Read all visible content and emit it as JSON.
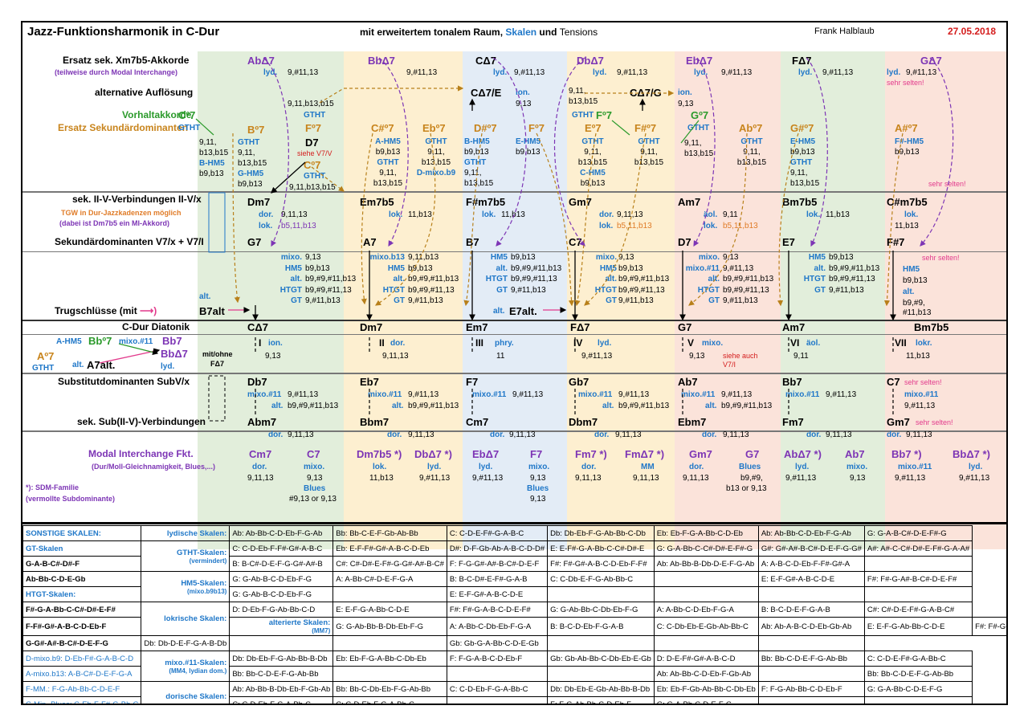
{
  "header": {
    "title": "Jazz-Funktionsharmonik in C-Dur",
    "subtitle_a": "mit erweitertem tonalem Raum, ",
    "subtitle_b": "Skalen",
    "subtitle_c": " und ",
    "subtitle_d": "Tensions",
    "author": "Frank Halblaub",
    "date": "27.05.2018"
  },
  "rows": {
    "ersatz": "Ersatz sek. Xm7b5-Akkorde",
    "ersatz_sub": "(teilweise durch Modal Interchange)",
    "alt": "alternative Auflösung",
    "vorhalt": "Vorhaltakkorde",
    "ersatz_sek": "Ersatz Sekundärdominanten",
    "iiv": "sek. II-V-Verbindungen II-V/x",
    "tgw": "TGW in Dur-Jazzkadenzen möglich",
    "tgw2": "(dabei ist Dm7b5 ein MI-Akkord)",
    "sd": "Sekundärdominanten V7/x + V7/I",
    "trug": "Trugschlüsse (mit",
    "diat": "C-Dur Diatonik",
    "subv": "Substitutdominanten SubV/x",
    "subiiv": "sek. Sub(II-V)-Verbindungen",
    "mi": "Modal Interchange Fkt.",
    "mi_sub": "(Dur/Moll-Gleichnamigkeit, Blues,...)",
    "sdm": "*): SDM-Familie",
    "sdm2": "(vermollte Subdominante)"
  },
  "left_extra": {
    "ahm5": "A-HM5",
    "bbo7": "Bbº7",
    "mixo11": "mixo.#11",
    "bb7": "Bb7",
    "ao7": "Aº7",
    "bbd7": "BbΔ7",
    "lyd": "lyd.",
    "gtht": "GTHT",
    "alt": "alt.",
    "a7alt": "A7alt.",
    "mitohne": "mit/ohne",
    "fd7": "FΔ7",
    "b7alt": "B7alt",
    "altlbl": "alt.",
    "co7": "Cº7",
    "gtht2": "GTHT"
  },
  "cols": [
    {
      "ers": "AbΔ7",
      "ers_s": "lyd.",
      "ers_t": "9,#11,13",
      "alt_t": "9,11,b13,b15",
      "alt_t2": "GTHT",
      "vor": "Bº7",
      "vor2": "Fº7",
      "gtht": "GTHT",
      "d7": "D7",
      "v7v": "siehe V7/V",
      "co7": "Cº7",
      "cgt": "GTHT",
      "cgt2": "9,11,b13,b15",
      "sc1": "9,11,",
      "sc2": "b13,b15",
      "sc3": "B-HM5",
      "sc4": "b9,b13",
      "sc5": "9,11,",
      "sc6": "b13,b15",
      "sc7": "G-HM5",
      "sc8": "b9,b13",
      "ii": "Dm7",
      "ii_s": "dor.",
      "ii_t": "9,11,13",
      "ii_s2": "lok.",
      "ii_t2": "b5,11,b13",
      "v": "G7",
      "mx": [
        "mixo.",
        "HM5",
        "alt.",
        "HTGT",
        "GT"
      ],
      "mt": [
        "9,13",
        "b9,b13",
        "b9,#9,#11,b13",
        "b9,#9,#11,13",
        "9,#11,b13"
      ],
      "dia": "CΔ7",
      "rn": "I",
      "rs": "ion.",
      "rt": "9,13",
      "sub": "Db7",
      "sub_s": "mixo.#11",
      "sub_t": "9,#11,13",
      "sub_s2": "alt.",
      "sub_t2": "b9,#9,#11,b13",
      "sii": "Abm7",
      "sii_s": "dor.",
      "sii_t": "9,11,13",
      "mi1": "Cm7",
      "mi1s": "dor.",
      "mi1t": "9,11,13",
      "mi2": "C7",
      "mi2s": "mixo.",
      "mi2t": "9,13",
      "mi2b": "Blues",
      "mi2c": "#9,13 or 9,13"
    },
    {
      "ers": "BbΔ7",
      "ers_t": "9,#11,13",
      "vor": "C#º7",
      "gtht": "GTHT",
      "eb": "Ebº7",
      "sc": [
        "A-HM5",
        "b9,b13",
        "GTHT",
        "9,11,",
        "b13,b15"
      ],
      "sc_b": [
        "GTHT",
        "9,11,",
        "b13,b15",
        "D-mixo.b9"
      ],
      "ii": "Em7b5",
      "ii_s": "lok.",
      "ii_t": "11,b13",
      "v": "A7",
      "mx": [
        "mixo.b13",
        "HM5",
        "alt.",
        "HTGT",
        "GT"
      ],
      "mt": [
        "9,11,b13",
        "b9,b13",
        "b9,#9,#11,b13",
        "b9,#9,#11,13",
        "9,#11,b13"
      ],
      "dia": "Dm7",
      "rn": "II",
      "rs": "dor.",
      "rt": "9,11,13",
      "sub": "Eb7",
      "sub_s": "mixo.#11",
      "sub_t": "9,#11,13",
      "sub_s2": "alt.",
      "sub_t2": "b9,#9,#11,b13",
      "sii": "Bbm7",
      "sii_s": "dor.",
      "sii_t": "9,11,13",
      "mi1": "Dm7b5  *)",
      "mi1s": "lok.",
      "mi1t": "11,b13",
      "mi2": "DbΔ7  *)",
      "mi2s": "lyd.",
      "mi2t": "9,#11,13"
    },
    {
      "ers": "CΔ7",
      "ers_s": "lyd.",
      "ers_t": "9,#11,13",
      "alt1": "CΔ7/E",
      "alt_s": "ion.",
      "alt_t": "9,13",
      "vor": "D#º7",
      "sc": [
        "B-HM5",
        "b9,b13",
        "GTHT",
        "9,11,",
        "b13,b15"
      ],
      "ii": "F#m7b5",
      "ii_s": "lok.",
      "ii_t": "11,b13",
      "v": "B7",
      "mx": [
        "HM5",
        "alt.",
        "HTGT",
        "GT"
      ],
      "mt": [
        "b9,b13",
        "b9,#9,#11,b13",
        "b9,#9,#11,13",
        "9,#11,b13"
      ],
      "dia": "Em7",
      "rn": "III",
      "rs": "phry.",
      "rt": "11",
      "alt_e": "alt.",
      "e7": "E7alt.",
      "sub": "F7",
      "sub_s": "mixo.#11",
      "sub_t": "9,#11,13",
      "sii": "Cm7",
      "sii_s": "dor.",
      "sii_t": "9,11,13",
      "mi1": "EbΔ7",
      "mi1s": "lyd.",
      "mi1t": "9,#11,13",
      "mi2": "F7",
      "mi2s": "mixo.",
      "mi2t": "9,13",
      "mi2b": "Blues",
      "mi2c": "9,13"
    },
    {
      "ers": "DbΔ7",
      "ers_s": "lyd.",
      "ers_t": "9,#11,13",
      "alt0": "9,11,",
      "alt0b": "b13,b15",
      "alt1": "CΔ7/G",
      "fo7": "Fº7",
      "sc_e": [
        "E-HM5",
        "b9,b13"
      ],
      "gtht": "GTHT",
      "fo7b": "Fº7",
      "eo7": "Eº7",
      "f7": "F#º7",
      "sc": [
        "GTHT",
        "9,11,",
        "b13,b15",
        "C-HM5",
        "b9,b13"
      ],
      "sc2": [
        "GTHT",
        "9,11,",
        "b13,b15"
      ],
      "ii": "Gm7",
      "ii_s": "dor.",
      "ii_t": "9,11,13",
      "ii_s2": "lok.",
      "ii_t2": "b5,11,b13",
      "v": "C7",
      "mx": [
        "mixo.",
        "HM5",
        "alt.",
        "HTGT",
        "GT"
      ],
      "mt": [
        "9,13",
        "b9,b13",
        "b9,#9,#11,b13",
        "b9,#9,#11,13",
        "9,#11,b13"
      ],
      "dia": "FΔ7",
      "rn": "IV",
      "rs": "lyd.",
      "rt": "9,#11,13",
      "sub": "Gb7",
      "sub_s": "mixo.#11",
      "sub_t": "9,#11,13",
      "sub_s2": "alt.",
      "sub_t2": "b9,#9,#11,b13",
      "sii": "Dbm7",
      "sii_s": "dor.",
      "sii_t": "9,11,13",
      "mi1": "Fm7  *)",
      "mi1s": "dor.",
      "mi1t": "9,11,13",
      "mi2": "FmΔ7  *)",
      "mi2s": "MM",
      "mi2t": "9,11,13"
    },
    {
      "ers": "EbΔ7",
      "ers_s": "lyd.",
      "ers_t": "9,#11,13",
      "ion": "ion.",
      "iont": "9,13",
      "go7": "Gº7",
      "gtht": "GTHT",
      "sc": [
        "9,11,",
        "b13,b15"
      ],
      "ab": "Abº7",
      "ab_s": [
        "GTHT",
        "9,11,",
        "b13,b15"
      ],
      "ii": "Am7",
      "ii_s": "äol.",
      "ii_t": "9,11",
      "ii_s2": "lok.",
      "ii_t2": "b5,11,b13",
      "v": "D7",
      "mx": [
        "mixo.",
        "mixo.#11",
        "alt.",
        "HTGT",
        "GT"
      ],
      "mt": [
        "9,13",
        "9,#11,13",
        "b9,#9,#11,b13",
        "b9,#9,#11,13",
        "9,#11,b13"
      ],
      "dia": "G7",
      "rn": "V",
      "rs": "mixo.",
      "rt": "9,13",
      "note": "siehe auch",
      "note2": "V7/I",
      "sub": "Ab7",
      "sub_s": "mixo.#11",
      "sub_t": "9,#11,13",
      "sub_s2": "alt.",
      "sub_t2": "b9,#9,#11,b13",
      "sii": "Ebm7",
      "sii_s": "dor.",
      "sii_t": "9,11,13",
      "mi1": "Gm7",
      "mi1s": "dor.",
      "mi1t": "9,11,13",
      "mi2": "G7",
      "mi2s": "Blues",
      "mi2t": "b9,#9,",
      "mi2b": "b13 or 9,13"
    },
    {
      "ers": "FΔ7",
      "ers_s": "lyd.",
      "ers_t": "9,#11,13",
      "vor": "G#º7",
      "sc": [
        "E-HM5",
        "b9,b13",
        "GTHT",
        "9,11,",
        "b13,b15"
      ],
      "ii": "Bm7b5",
      "ii_s": "lok.",
      "ii_t": "11,b13",
      "v": "E7",
      "mx": [
        "HM5",
        "alt.",
        "HTGT",
        "GT"
      ],
      "mt": [
        "b9,b13",
        "b9,#9,#11,b13",
        "b9,#9,#11,13",
        "9,#11,b13"
      ],
      "dia": "Am7",
      "rn": "VI",
      "rs": "äol.",
      "rt": "9,11",
      "sub": "Bb7",
      "sub_s": "mixo.#11",
      "sub_t": "9,#11,13",
      "sii": "Fm7",
      "sii_s": "dor.",
      "sii_t": "9,11,13",
      "mi1": "AbΔ7 *)",
      "mi1s": "lyd.",
      "mi1t": "9,#11,13",
      "mi2": "Ab7",
      "mi2s": "mixo.",
      "mi2t": "9,13"
    },
    {
      "ers": "GΔ7",
      "ers_s": "lyd.",
      "ers_t": "9,#11,13",
      "ers_n": "sehr selten!",
      "vor": "A#º7",
      "sc": [
        "F#-HM5",
        "b9,b13"
      ],
      "sc_n": "sehr selten!",
      "ii": "C#m7b5",
      "ii_s": "lok.",
      "ii_t": "11,b13",
      "v": "F#7",
      "vn": "sehr selten!",
      "mx": [
        "HM5",
        "alt."
      ],
      "mt": [
        "b9,b13",
        "b9,#9,",
        "#11,b13"
      ],
      "dia": "Bm7b5",
      "rn": "VII",
      "rs": "lokr.",
      "rt": "11,b13",
      "sub": "C7",
      "sub_n": "sehr selten!",
      "sub_s": "mixo.#11",
      "sub_t": "9,#11,13",
      "sii": "Gm7",
      "sii_n": "sehr selten!",
      "sii_s": "dor.",
      "sii_t": "9,11,13",
      "mi1": "Bb7 *)",
      "mi1s": "mixo.#11",
      "mi1t": "9,#11,13",
      "mi2": "BbΔ7 *)",
      "mi2s": "lyd.",
      "mi2t": "9,#11,13"
    }
  ],
  "table": {
    "left": [
      "SONSTIGE SKALEN:",
      "GT-Skalen",
      "G-A-B-C#-D#-F",
      "Ab-Bb-C-D-E-Gb",
      "HTGT-Skalen:",
      "F#-G-A-Bb-C-C#-D#-E-F#",
      "F-F#-G#-A-B-C-D-Eb-F",
      "G-G#-A#-B-C#-D-E-F-G",
      "D-mixo.b9: D-Eb-F#-G-A-B-C-D",
      "A-mixo.b13: A-B-C#-D-E-F-G-A",
      "F-MM.: F-G-Ab-Bb-C-D-E-F",
      "C-Min.-Blues: C-Eb-F-F#-G-Bb-C"
    ],
    "htgt_v": "(vermindert)",
    "labels": [
      [
        "lydische Skalen:",
        ""
      ],
      [
        "GTHT-Skalen:",
        "(vermindert)"
      ],
      [
        "HM5-Skalen:",
        "(mixo.b9b13)"
      ],
      [
        "lokrische Skalen:",
        ""
      ],
      [
        "alterierte Skalen:",
        "(MM7)"
      ],
      [
        "mixo.#11-Skalen:",
        "(MM4, lydian dom.)"
      ],
      [
        "dorische Skalen:",
        ""
      ]
    ],
    "cells": [
      [
        "Ab: Ab-Bb-C-D-Eb-F-G-Ab",
        "Bb: Bb-C-E-F-Gb-Ab-Bb",
        "C: C-D-E-F#-G-A-B-C",
        "Db: Db-Eb-F-G-Ab-Bb-C-Db",
        "Eb: Eb-F-G-A-Bb-C-D-Eb",
        "Ab: Ab-Bb-C-D-Eb-F-G-Ab",
        "G: G-A-B-C#-D-E-F#-G"
      ],
      [
        "C: C-D-Eb-F-F#-G#-A-B-C",
        "Eb: E-F-F#-G#-A-B-C-D-Eb",
        "D#: D-F-Gb-Ab-A-B-C-D-D#",
        "E: E-F#-G-A-Bb-C-C#-D#-E",
        "G: G-A-Bb-C-C#-D#-E-F#-G",
        "G#: G#-A#-B-C#-D-E-F-G-G#",
        "A#: A#-C-C#-D#-E-F#-G-A-A#"
      ],
      [
        "B: B-C#-D-E-F-G-G#-A#-B",
        "C#: C#-D#-E-F#-G-G#-A#-B-C#",
        "F: F-G-G#-A#-B-C#-D-E-F",
        "F#: F#-G#-A-B-C-D-Eb-F-F#",
        "Ab: Ab-Bb-B-Db-D-E-F-G-Ab",
        "A: A-B-C-D-Eb-F-F#-G#-A",
        ""
      ],
      [
        "G: G-Ab-B-C-D-Eb-F-G",
        "A: A-Bb-C#-D-E-F-G-A",
        "B: B-C-D#-E-F#-G-A-B",
        "C: C-Db-E-F-G-Ab-Bb-C",
        "",
        "E: E-F-G#-A-B-C-D-E",
        "F#: F#-G-A#-B-C#-D-E-F#"
      ],
      [
        "G: G-Ab-B-C-D-Eb-F-G",
        "",
        "E: E-F-G#-A-B-C-D-E",
        "",
        "",
        "",
        ""
      ],
      [
        "D: D-Eb-F-G-Ab-Bb-C-D",
        "E: E-F-G-A-Bb-C-D-E",
        "F#: F#-G-A-B-C-D-E-F#",
        "G: G-Ab-Bb-C-Db-Eb-F-G",
        "A: A-Bb-C-D-Eb-F-G-A",
        "B: B-C-D-E-F-G-A-B",
        "C#: C#-D-E-F#-G-A-B-C#"
      ],
      [
        "G: G-Ab-Bb-B-Db-Eb-F-G",
        "A: A-Bb-C-Db-Eb-F-G-A",
        "B: B-C-D-Eb-F-G-A-B",
        "C: C-Db-Eb-E-Gb-Ab-Bb-C",
        "Ab: Ab-A-B-C-D-Eb-Gb-Ab",
        "E: E-F-G-Ab-Bb-C-D-E",
        "F#: F#-G-A-Bb-C-D-E-F#"
      ],
      [
        "Db: Db-D-E-F-G-A-B-Db",
        "",
        "",
        "Gb: Gb-G-A-Bb-C-D-E-Gb",
        "",
        "",
        ""
      ],
      [
        "Db: Db-Eb-F-G-Ab-Bb-B-Db",
        "Eb: Eb-F-G-A-Bb-C-Db-Eb",
        "F: F-G-A-B-C-D-Eb-F",
        "Gb: Gb-Ab-Bb-C-Db-Eb-E-Gb",
        "D: D-E-F#-G#-A-B-C-D",
        "Bb: Bb-C-D-E-F-G-Ab-Bb",
        "C: C-D-E-F#-G-A-Bb-C"
      ],
      [
        "Bb: Bb-C-D-E-F-G-Ab-Bb",
        "",
        "",
        "",
        "Ab: Ab-Bb-C-D-Eb-F-Gb-Ab",
        "",
        "Bb: Bb-C-D-E-F-G-Ab-Bb"
      ],
      [
        "Ab: Ab-Bb-B-Db-Eb-F-Gb-Ab",
        "Bb: Bb-C-Db-Eb-F-G-Ab-Bb",
        "C: C-D-Eb-F-G-A-Bb-C",
        "Db: Db-Eb-E-Gb-Ab-Bb-B-Db",
        "Eb: Eb-F-Gb-Ab-Bb-C-Db-Eb",
        "F: F-G-Ab-Bb-C-D-Eb-F",
        "G: G-A-Bb-C-D-E-F-G"
      ],
      [
        "C: C-D-Eb-F-G-A-Bb-C",
        "C: C-D-Eb-F-G-A-Bb-C",
        "",
        "F: F-G-Ab-Bb-C-D-Eb-F",
        "G: G-A-Bb-C-D-E-F-G",
        "",
        ""
      ]
    ]
  },
  "colors": {
    "green": "#e2eedb",
    "yellow": "#fdefd0",
    "blue": "#e3ecf6",
    "red": "#fbe3da"
  }
}
